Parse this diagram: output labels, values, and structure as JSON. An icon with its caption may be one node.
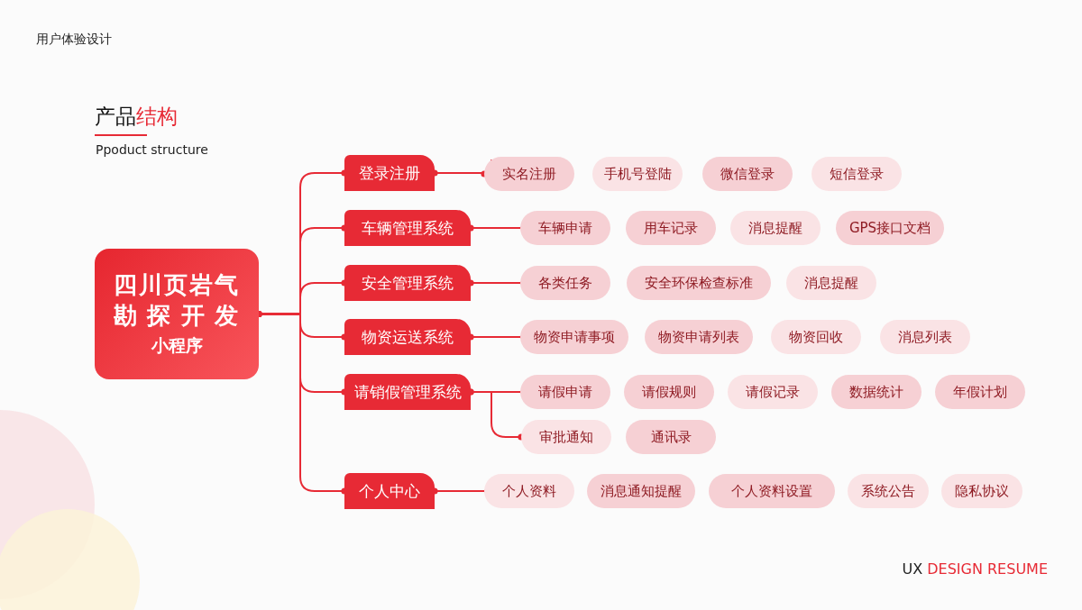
{
  "diagram": {
    "title": "产品结构",
    "nodes": [
      {
        "text": [
          "四川页岩气勘探开发",
          "小程序"
        ]
      },
      {
        "text": [
          "登录注册"
        ]
      },
      {
        "text": [
          "实名注册"
        ]
      },
      {
        "text": [
          "手机号登陆"
        ]
      },
      {
        "text": [
          "微信登录"
        ]
      },
      {
        "text": [
          "短信登录"
        ]
      },
      {
        "text": [
          "车辆管理系统"
        ]
      },
      {
        "text": [
          "车辆申请"
        ]
      },
      {
        "text": [
          "用车记录"
        ]
      },
      {
        "text": [
          "消息提醒"
        ]
      },
      {
        "text": [
          "GPS接口文档"
        ]
      },
      {
        "text": [
          "安全管理系统"
        ]
      },
      {
        "text": [
          "各类任务"
        ]
      },
      {
        "text": [
          "安全环保检查标准"
        ]
      },
      {
        "text": [
          "消息提醒"
        ]
      },
      {
        "text": [
          "物资运送系统"
        ]
      },
      {
        "text": [
          "物资申请事项"
        ]
      },
      {
        "text": [
          "物资申请列表"
        ]
      },
      {
        "text": [
          "物资回收"
        ]
      },
      {
        "text": [
          "消息列表"
        ]
      },
      {
        "text": [
          "请销假管理系统"
        ]
      },
      {
        "text": [
          "请假申请"
        ]
      },
      {
        "text": [
          "请假规则"
        ]
      },
      {
        "text": [
          "请假记录"
        ]
      },
      {
        "text": [
          "数据统计"
        ]
      },
      {
        "text": [
          "年假计划"
        ]
      },
      {
        "text": [
          "审批通知"
        ]
      },
      {
        "text": [
          "通讯录"
        ]
      },
      {
        "text": [
          "个人中心"
        ]
      },
      {
        "text": [
          "个人资料"
        ]
      },
      {
        "text": [
          "消息通知提醒"
        ]
      },
      {
        "text": [
          "个人资料设置"
        ]
      },
      {
        "text": [
          "系统公告"
        ]
      },
      {
        "text": [
          "隐私协议"
        ]
      }
    ],
    "edges": [
      {
        "from": 0,
        "to": 1,
        "arrow": "other"
      },
      {
        "from": 0,
        "to": 6,
        "arrow": "other"
      },
      {
        "from": 0,
        "to": 11,
        "arrow": "other"
      },
      {
        "from": 0,
        "to": 15,
        "arrow": "other"
      },
      {
        "from": 0,
        "to": 20,
        "arrow": "other"
      },
      {
        "from": 0,
        "to": 28,
        "arrow": "other"
      },
      {
        "from": 1,
        "to": 2,
        "arrow": "other"
      },
      {
        "from": 6,
        "to": 7,
        "arrow": "other"
      },
      {
        "from": 11,
        "to": 12,
        "arrow": "other"
      },
      {
        "from": 15,
        "to": 16,
        "arrow": "other"
      },
      {
        "from": 20,
        "to": 21,
        "arrow": "other"
      },
      {
        "from": 20,
        "to": 26,
        "arrow": "other"
      },
      {
        "from": 28,
        "to": 29,
        "arrow": "other"
      }
    ],
    "labels": [
      "用户体验设计",
      "Ppoduct structure",
      "UX DESIGN RESUME"
    ]
  }
}
